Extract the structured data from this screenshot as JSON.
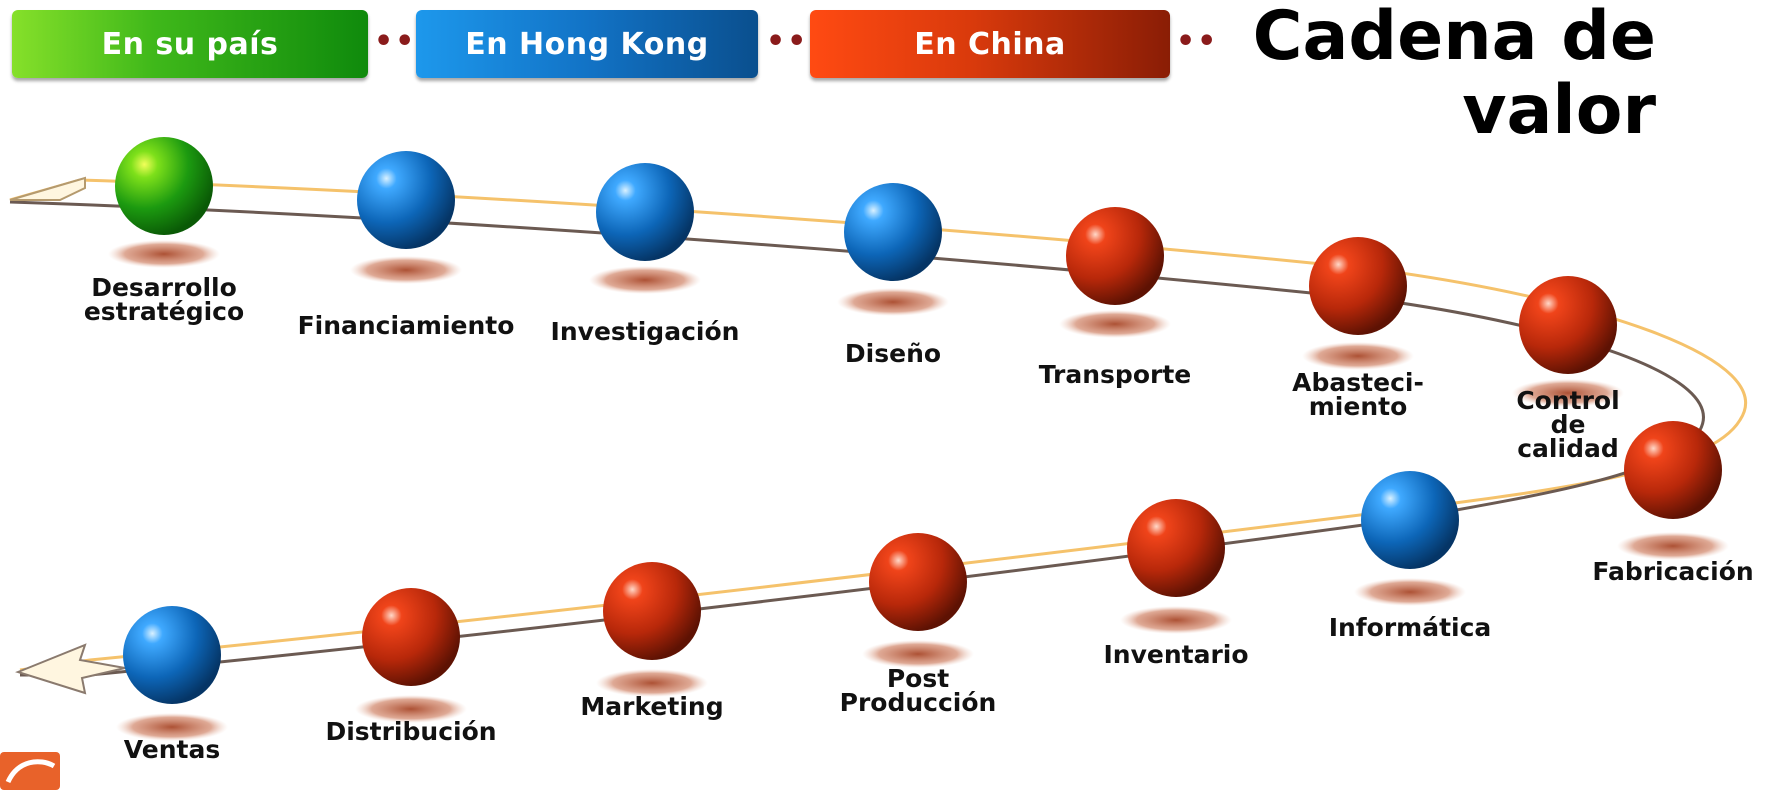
{
  "title": {
    "line1": "Cadena de",
    "line2": "valor"
  },
  "legend": [
    {
      "label": "En su país",
      "color": "#2aa515"
    },
    {
      "label": "En Hong Kong",
      "color": "#1273c6"
    },
    {
      "label": "En China",
      "color": "#d93a0c"
    }
  ],
  "legend_separator": "••",
  "colors": {
    "green": "#2aa515",
    "blue": "#1273c6",
    "red": "#c8300a",
    "path_light": "#f5c26b",
    "path_dark": "#6b5a52"
  },
  "nodes": [
    {
      "label": "Desarrollo\nestratégico",
      "color": "green"
    },
    {
      "label": "Financiamiento",
      "color": "blue"
    },
    {
      "label": "Investigación",
      "color": "blue"
    },
    {
      "label": "Diseño",
      "color": "blue"
    },
    {
      "label": "Transporte",
      "color": "red"
    },
    {
      "label": "Abasteci-\nmiento",
      "color": "red"
    },
    {
      "label": "Control\nde\ncalidad",
      "color": "red"
    },
    {
      "label": "Fabricación",
      "color": "red"
    },
    {
      "label": "Informática",
      "color": "blue"
    },
    {
      "label": "Inventario",
      "color": "red"
    },
    {
      "label": "Post\nProducción",
      "color": "red"
    },
    {
      "label": "Marketing",
      "color": "red"
    },
    {
      "label": "Distribución",
      "color": "red"
    },
    {
      "label": "Ventas",
      "color": "blue"
    }
  ],
  "logo_icon": "brand-logo-icon"
}
